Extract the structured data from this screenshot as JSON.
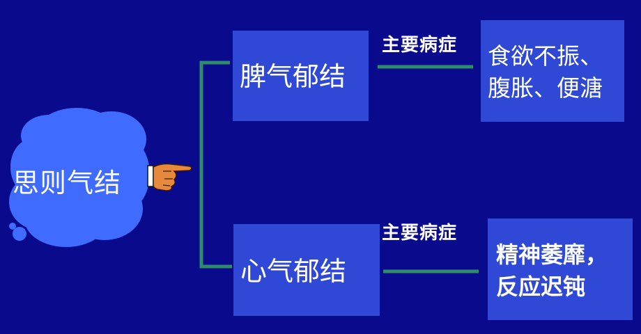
{
  "root": {
    "label": "思则气结"
  },
  "branches": [
    {
      "node": "脾气郁结",
      "edge_label": "主要病症",
      "result": "食欲不振、\n腹胀、便溏"
    },
    {
      "node": "心气郁结",
      "edge_label": "主要病症",
      "result": "精神萎靡，\n反应迟钝"
    }
  ],
  "colors": {
    "background": "#0a0a8c",
    "cloud": "#3f6cff",
    "box": "#2f49d6",
    "connector": "#2e8b6b"
  },
  "icons": [
    "pointing-hand-icon"
  ]
}
